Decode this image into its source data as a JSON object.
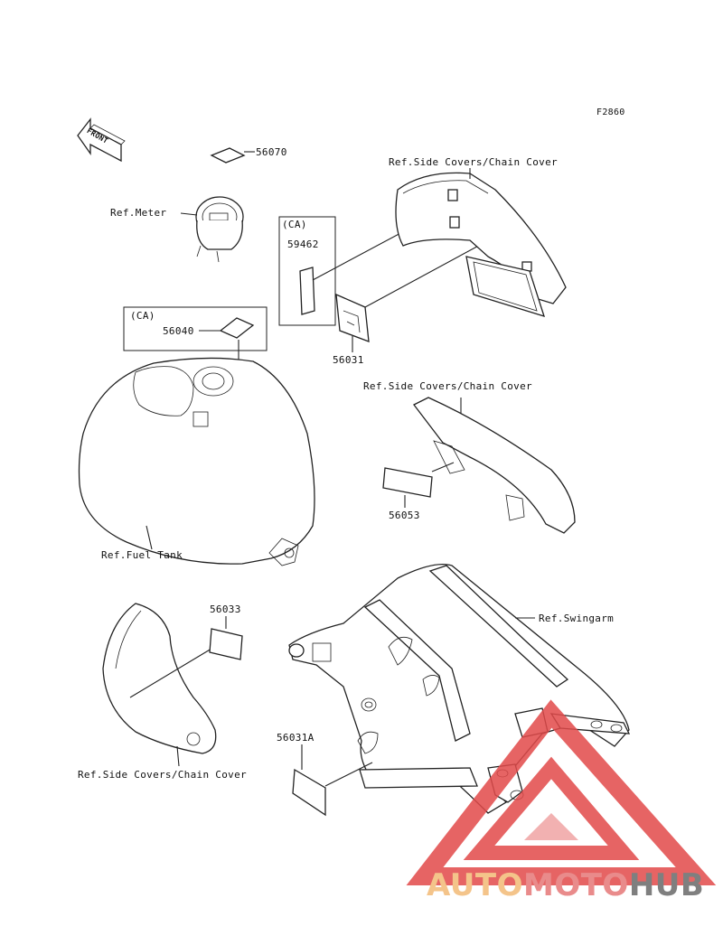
{
  "diagram": {
    "code": "F2860",
    "front_arrow": "FRONT",
    "labels": {
      "ref_side_covers_top": "Ref.Side Covers/Chain Cover",
      "ref_meter": "Ref.Meter",
      "part_56070": "56070",
      "ca_1": "(CA)",
      "part_59462": "59462",
      "part_56031": "56031",
      "ca_2": "(CA)",
      "part_56040": "56040",
      "ref_side_covers_mid": "Ref.Side Covers/Chain Cover",
      "part_56053": "56053",
      "ref_fuel_tank": "Ref.Fuel Tank",
      "part_56033": "56033",
      "ref_swingarm": "Ref.Swingarm",
      "part_56031A": "56031A",
      "ref_side_covers_bottom": "Ref.Side Covers/Chain Cover"
    }
  },
  "watermark": {
    "part1": "AUTO",
    "part2": "MOTO",
    "part3": "HUB",
    "colors": {
      "part1": "#f4c48a",
      "part2": "#e98b8b",
      "part3": "#7f7f7f",
      "triangle": "#e24a4a"
    }
  }
}
